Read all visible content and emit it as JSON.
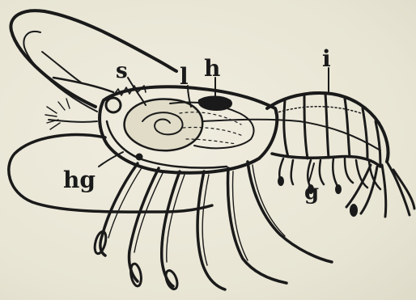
{
  "labels": {
    "s": "s",
    "l": "l",
    "h": "h",
    "i": "i",
    "hg": "hg",
    "g": "g"
  },
  "colors": {
    "ink": "#1a1a1a",
    "paper": "#ebe8d8"
  }
}
